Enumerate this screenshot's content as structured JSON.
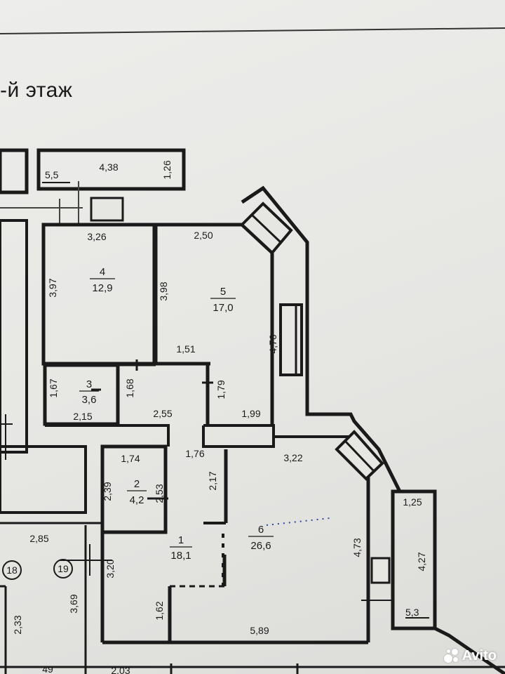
{
  "title": "-й этаж",
  "watermark": "Avito",
  "rooms": [
    {
      "id": "room-1",
      "number": "1",
      "area": "18,1"
    },
    {
      "id": "room-2",
      "number": "2",
      "area": "4,2"
    },
    {
      "id": "room-3",
      "number": "3",
      "area": "3,6"
    },
    {
      "id": "room-4",
      "number": "4",
      "area": "12,9"
    },
    {
      "id": "room-5",
      "number": "5",
      "area": "17,0"
    },
    {
      "id": "room-6",
      "number": "6",
      "area": "26,6"
    }
  ],
  "balconies": [
    {
      "id": "balcony-top",
      "area": "5,5"
    },
    {
      "id": "balcony-right",
      "area": "5,3"
    }
  ],
  "dimensions": [
    "4,38",
    "1,26",
    "3,26",
    "2,50",
    "3,97",
    "3,98",
    "4,76",
    "1,51",
    "1,67",
    "1,68",
    "1,79",
    "2,15",
    "2,55",
    "1,99",
    "1,74",
    "1,76",
    "3,22",
    "2,39",
    "2,53",
    "2,17",
    "1,25",
    "4,27",
    "4,73",
    "2,85",
    "3,20",
    "3,69",
    "2,33",
    "1,62",
    "5,89",
    "2,03"
  ],
  "markers": [
    "18",
    "19"
  ],
  "fragments": [
    "49"
  ]
}
